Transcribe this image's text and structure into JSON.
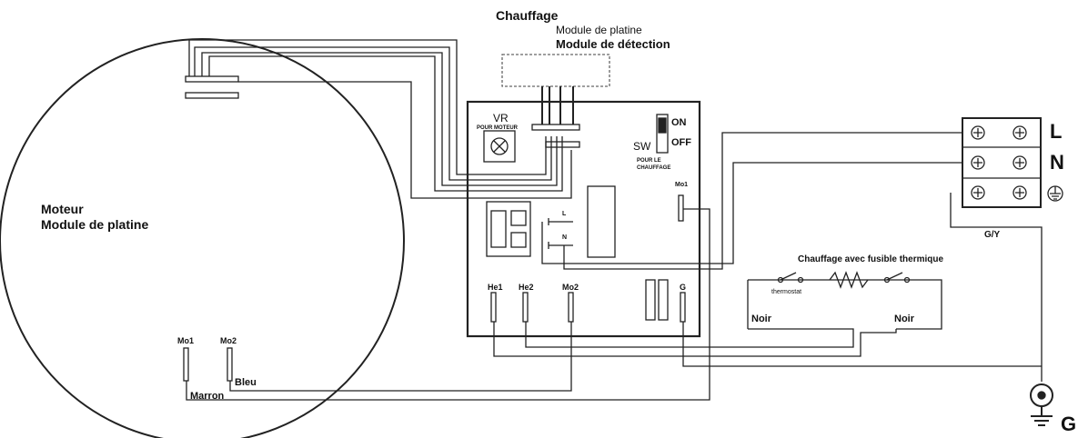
{
  "labels": {
    "heating": "Chauffage",
    "board_module_top": "Module de platine",
    "detection_module": "Module de détection",
    "motor": "Moteur",
    "motor_board_module": "Module de platine",
    "vr": "VR",
    "for_motor": "POUR MOTEUR",
    "sw": "SW",
    "on": "ON",
    "off": "OFF",
    "for_heating_1": "POUR LE",
    "for_heating_2": "CHAUFFAGE",
    "mo1_board": "Mo1",
    "he1": "He1",
    "he2": "He2",
    "mo2_board": "Mo2",
    "g_board": "G",
    "board_l": "L",
    "board_n": "N",
    "heater_fuse": "Chauffage avec fusible thermique",
    "thermostat": "thermostat",
    "noir_left": "Noir",
    "noir_right": "Noir",
    "terminal_l": "L",
    "terminal_n": "N",
    "gy": "G/Y",
    "motor_mo1": "Mo1",
    "motor_mo2": "Mo2",
    "marron": "Marron",
    "bleu": "Bleu",
    "ground_g": "G"
  }
}
